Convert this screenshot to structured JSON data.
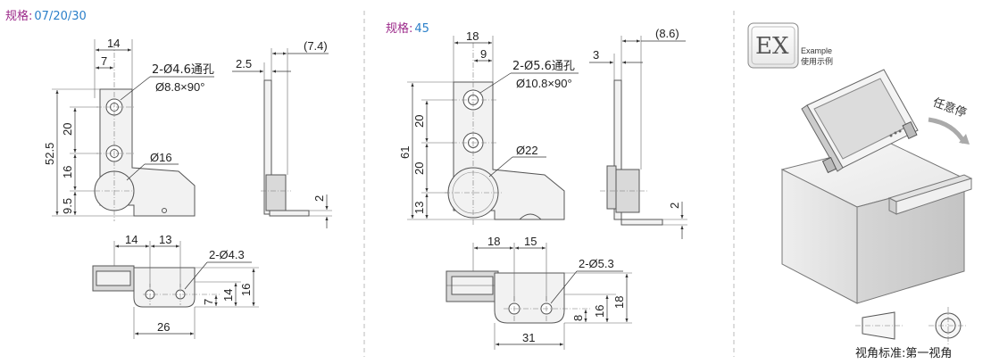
{
  "colors": {
    "spec_label": "#9c2a8a",
    "spec_value": "#2a7fc9",
    "line": "#333333",
    "part_fill": "#f2f2f2"
  },
  "left": {
    "spec_label": "规格:",
    "spec_value": "07/20/30",
    "front": {
      "d_14": "14",
      "d_7": "7",
      "hole_note1": "2-Ø4.6通孔",
      "hole_note2": "Ø8.8×90°",
      "d_52_5": "52.5",
      "d_20": "20",
      "d_16": "16",
      "d_9_5": "9.5",
      "d_o16": "Ø16"
    },
    "side": {
      "d_7_4": "(7.4)",
      "d_2_5": "2.5",
      "d_2": "2"
    },
    "bottom": {
      "d_14": "14",
      "d_13": "13",
      "hole_note": "2-Ø4.3",
      "d_7": "7",
      "d_14v": "14",
      "d_16": "16",
      "d_26": "26"
    }
  },
  "mid": {
    "spec_label": "规格:",
    "spec_value": "45",
    "front": {
      "d_18": "18",
      "d_9": "9",
      "hole_note1": "2-Ø5.6通孔",
      "hole_note2": "Ø10.8×90°",
      "d_61": "61",
      "d_20a": "20",
      "d_20b": "20",
      "d_13": "13",
      "d_o22": "Ø22"
    },
    "side": {
      "d_8_6": "(8.6)",
      "d_3": "3",
      "d_2": "2"
    },
    "bottom": {
      "d_18": "18",
      "d_15": "15",
      "hole_note": "2-Ø5.3",
      "d_8": "8",
      "d_16": "16",
      "d_18v": "18",
      "d_31": "31"
    }
  },
  "right": {
    "ex_badge": "EX",
    "example_label": "Example",
    "example_sub": "使用示例",
    "callout": "任意停",
    "projection_label": "视角标准:第一视角"
  }
}
